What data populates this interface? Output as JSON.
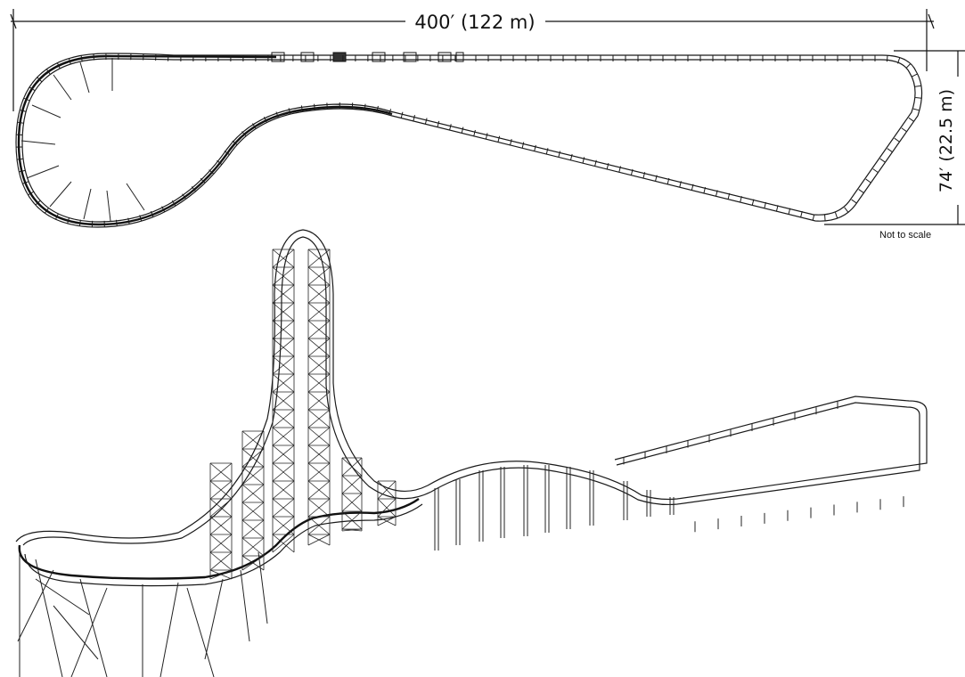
{
  "plan_view": {
    "length_label": "400′ (122 m)",
    "width_label": "74′ (22.5 m)",
    "scale_note": "Not to scale"
  },
  "colors": {
    "ink": "#111111",
    "background": "#ffffff"
  }
}
